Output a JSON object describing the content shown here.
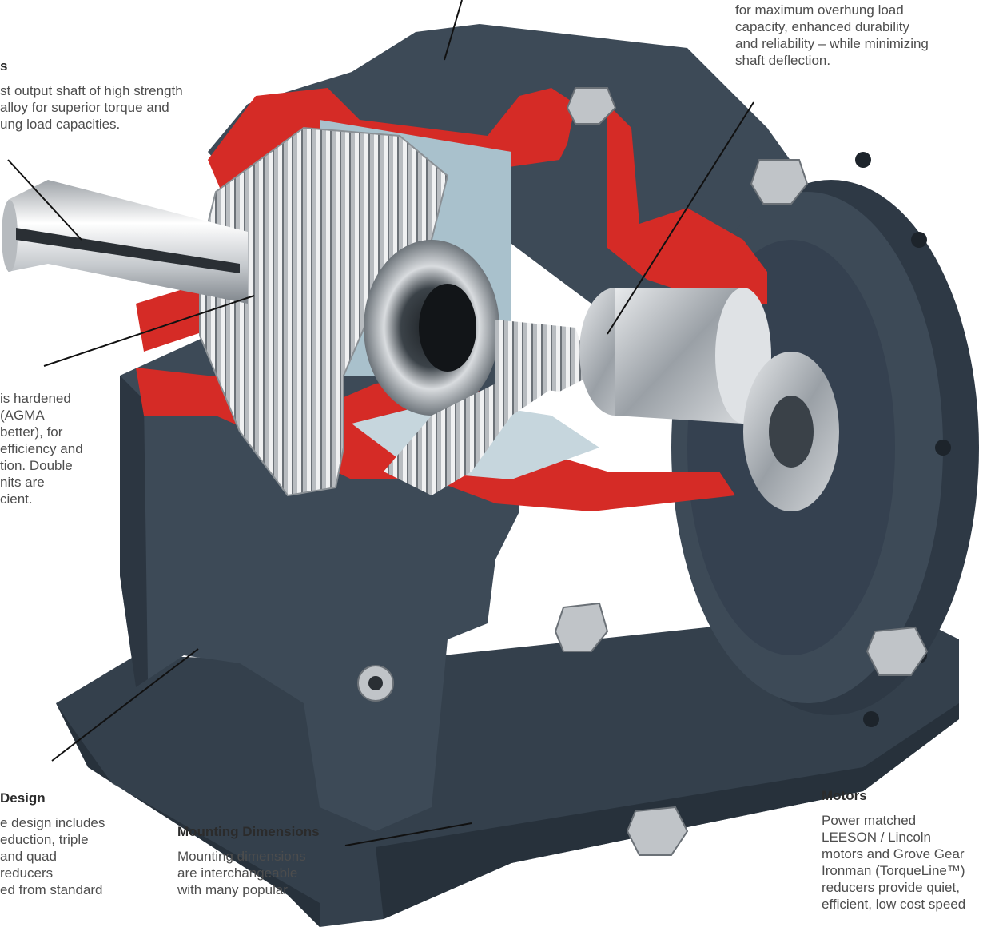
{
  "colors": {
    "housing": "#3d4a57",
    "housing_dark": "#2c3641",
    "cutaway": "#d52b26",
    "interior": "#a9c1cc",
    "steel": "#c9ccd0"
  },
  "callouts": {
    "bearings": {
      "text": "for maximum overhung load\ncapacity, enhanced durability\nand reliability – while minimizing\nshaft deflection."
    },
    "shafts": {
      "heading": "s",
      "text": "st output shaft of high strength\nalloy for superior torque and\nung load capacities."
    },
    "gearing": {
      "text": "is hardened\n (AGMA\n better), for\nefficiency and\ntion.  Double\nnits are\ncient."
    },
    "design": {
      "heading": " Design",
      "text": "e design includes\neduction, triple\n and quad\n reducers\ned from standard"
    },
    "mounting": {
      "heading": "Mounting Dimensions",
      "text": "Mounting dimensions\nare interchangeable\nwith many popular"
    },
    "motors": {
      "heading": "Motors",
      "text": "Power matched\nLEESON / Lincoln\nmotors and Grove Gear\nIronman (TorqueLine™)\nreducers provide quiet,\nefficient, low cost speed"
    }
  }
}
